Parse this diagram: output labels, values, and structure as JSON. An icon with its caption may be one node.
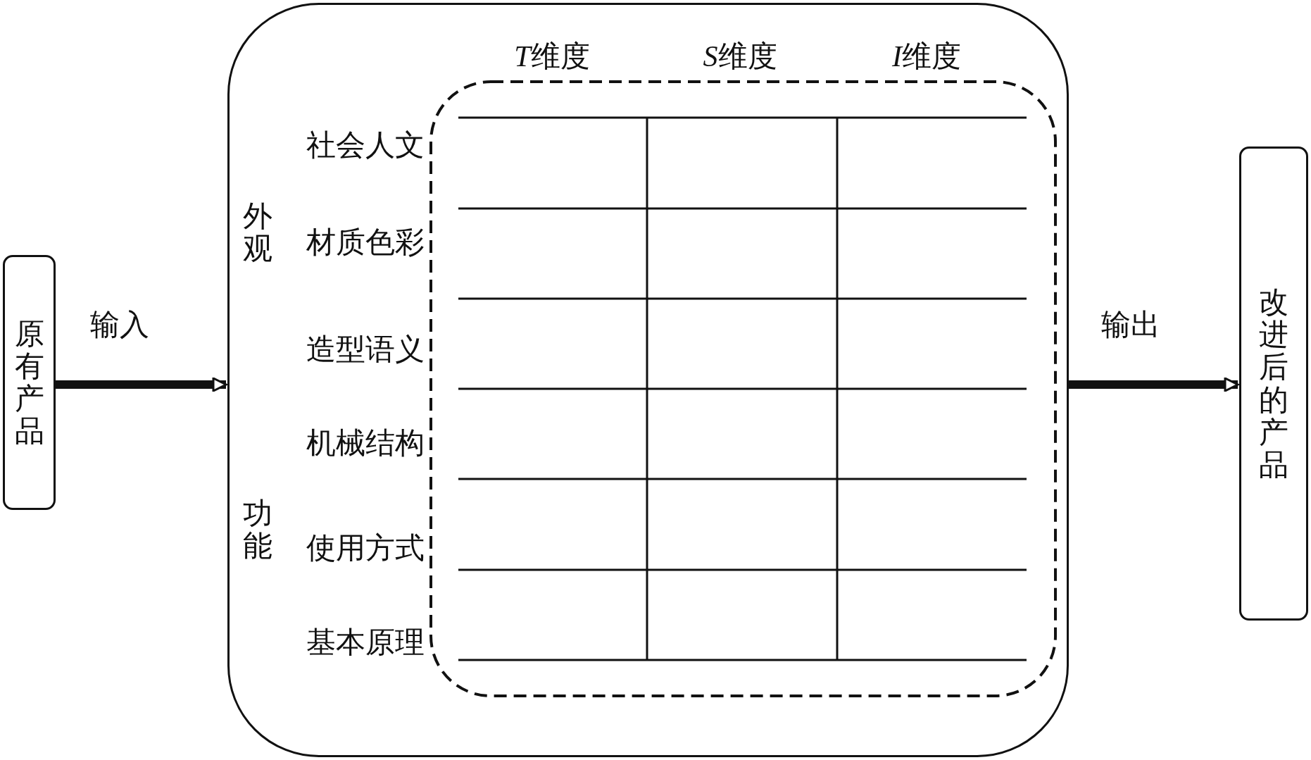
{
  "diagram": {
    "nodes": [
      {
        "text": [
          "原有产品"
        ]
      },
      {
        "text": [],
        "shape": "box"
      },
      {
        "text": [
          "改进后的产品"
        ]
      }
    ],
    "edges": [
      {
        "from": 0,
        "to": 1,
        "arrow": "to",
        "label": "输入"
      },
      {
        "from": 1,
        "to": 2,
        "arrow": "to",
        "label": "输出"
      }
    ],
    "labels": [
      "T维度",
      "S维度",
      "I维度",
      "社会人文",
      "外观",
      "材质色彩",
      "造型语义",
      "机械结构",
      "功能",
      "使用方式",
      "基本原理"
    ]
  }
}
